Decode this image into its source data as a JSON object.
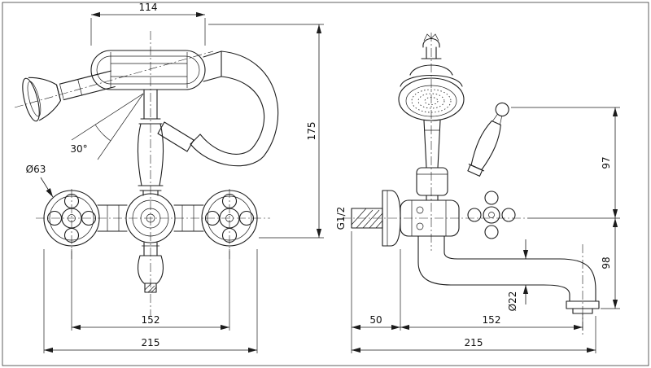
{
  "drawing": {
    "kind": "bath-shower-mixer-technical-drawing",
    "colors": {
      "line": "#1c1c1c",
      "background": "#ffffff"
    },
    "views": {
      "front": {
        "label": "front-view",
        "dims": {
          "handle_width": "114",
          "overall_height": "175",
          "shower_angle": "30°",
          "escutcheon_diameter": "Ø63",
          "handle_centers": "152",
          "overall_width": "215"
        }
      },
      "side": {
        "label": "side-view",
        "dims": {
          "inlet_thread": "G1/2",
          "upper_height": "97",
          "lower_height": "98",
          "spout_diameter": "Ø22",
          "wall_offset": "50",
          "spout_reach": "152",
          "overall_depth": "215"
        }
      }
    }
  }
}
